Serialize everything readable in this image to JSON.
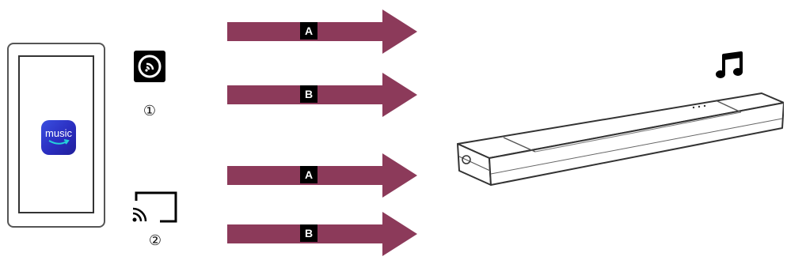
{
  "phone": {
    "app_label": "music"
  },
  "methods": [
    {
      "number": "①",
      "icon": "music-app-cast-icon"
    },
    {
      "number": "②",
      "icon": "screen-cast-icon"
    }
  ],
  "arrows": [
    {
      "label": "A"
    },
    {
      "label": "B"
    },
    {
      "label": "A"
    },
    {
      "label": "B"
    }
  ],
  "colors": {
    "arrow": "#8c3a5a",
    "app_icon": "#2e37c9",
    "accent": "#25d1da"
  },
  "output": {
    "icon": "music-note-icon",
    "device": "soundbar"
  }
}
